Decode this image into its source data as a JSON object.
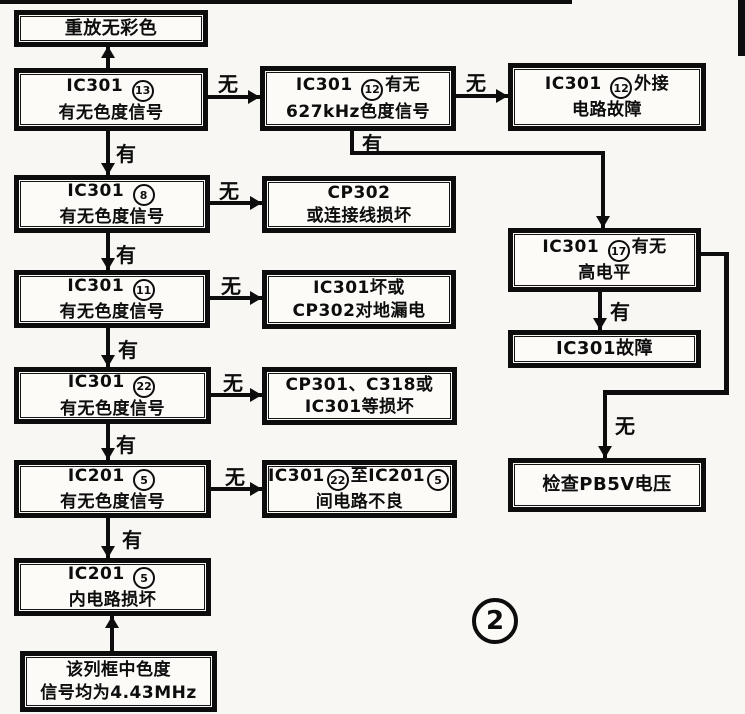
{
  "figure_label": "2",
  "connector_labels": {
    "a2_to_a1": "",
    "a2_to_b2": "无",
    "b2_to_c2": "无",
    "a3_to_b3": "无",
    "a4_to_b4": "无",
    "a5_to_b5": "无",
    "a6_to_b6": "无",
    "c3_to_c5": "无",
    "a2_to_a3": "有",
    "a3_to_a4": "有",
    "a4_to_a5": "有",
    "a5_to_a6": "有",
    "a6_to_a7": "有",
    "b2_to_c3": "有",
    "c3_to_c4": "有"
  },
  "boxes": {
    "a1": {
      "lines": [
        [
          {
            "text": "重放无彩色"
          }
        ]
      ]
    },
    "a2": {
      "lines": [
        [
          {
            "text": "IC301 "
          },
          {
            "pin": "13"
          }
        ],
        [
          {
            "text": "有无色度信号"
          }
        ]
      ]
    },
    "a3": {
      "lines": [
        [
          {
            "text": "IC301 "
          },
          {
            "pin": "8"
          }
        ],
        [
          {
            "text": "有无色度信号"
          }
        ]
      ]
    },
    "a4": {
      "lines": [
        [
          {
            "text": "IC301 "
          },
          {
            "pin": "11"
          }
        ],
        [
          {
            "text": "有无色度信号"
          }
        ]
      ]
    },
    "a5": {
      "lines": [
        [
          {
            "text": "IC301 "
          },
          {
            "pin": "22"
          }
        ],
        [
          {
            "text": "有无色度信号"
          }
        ]
      ]
    },
    "a6": {
      "lines": [
        [
          {
            "text": "IC201 "
          },
          {
            "pin": "5"
          }
        ],
        [
          {
            "text": "有无色度信号"
          }
        ]
      ]
    },
    "a7": {
      "lines": [
        [
          {
            "text": "IC201 "
          },
          {
            "pin": "5"
          }
        ],
        [
          {
            "text": "内电路损坏"
          }
        ]
      ]
    },
    "a8": {
      "lines": [
        [
          {
            "text": "该列框中色度"
          }
        ],
        [
          {
            "text": "信号均为4.43MHz"
          }
        ]
      ]
    },
    "b2": {
      "lines": [
        [
          {
            "text": "IC301 "
          },
          {
            "pin": "12"
          },
          {
            "text": "有无"
          }
        ],
        [
          {
            "text": "627kHz色度信号"
          }
        ]
      ]
    },
    "b3": {
      "lines": [
        [
          {
            "text": "CP302"
          }
        ],
        [
          {
            "text": "或连接线损坏"
          }
        ]
      ]
    },
    "b4": {
      "lines": [
        [
          {
            "text": "IC301坏或"
          }
        ],
        [
          {
            "text": "CP302对地漏电"
          }
        ]
      ]
    },
    "b5": {
      "lines": [
        [
          {
            "text": "CP301、C318或"
          }
        ],
        [
          {
            "text": "IC301等损坏"
          }
        ]
      ]
    },
    "b6": {
      "lines": [
        [
          {
            "text": "IC301"
          },
          {
            "pin": "22"
          },
          {
            "text": "至IC201"
          },
          {
            "pin": "5"
          }
        ],
        [
          {
            "text": "间电路不良"
          }
        ]
      ]
    },
    "c2": {
      "lines": [
        [
          {
            "text": "IC301 "
          },
          {
            "pin": "12"
          },
          {
            "text": "外接"
          }
        ],
        [
          {
            "text": "电路故障"
          }
        ]
      ]
    },
    "c3": {
      "lines": [
        [
          {
            "text": "IC301 "
          },
          {
            "pin": "17"
          },
          {
            "text": "有无"
          }
        ],
        [
          {
            "text": "高电平"
          }
        ]
      ]
    },
    "c4": {
      "lines": [
        [
          {
            "text": "IC301故障"
          }
        ]
      ]
    },
    "c5": {
      "lines": [
        [
          {
            "text": "检查PB5V电压"
          }
        ]
      ]
    }
  }
}
